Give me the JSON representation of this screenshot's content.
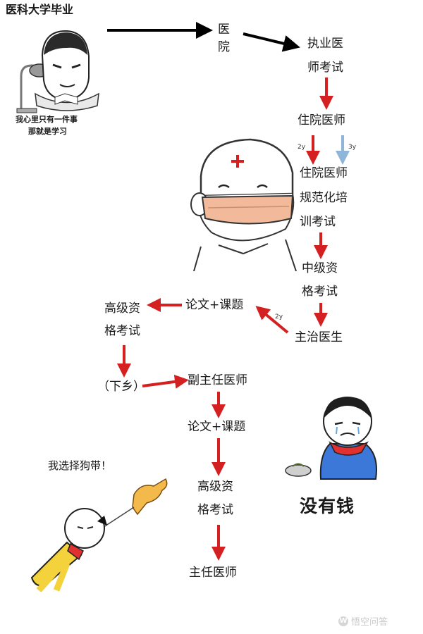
{
  "header": {
    "title": "医科大学毕业"
  },
  "student": {
    "caption_line1": "我心里只有一件事",
    "caption_line2": "那就是学习"
  },
  "flow": {
    "hospital": [
      "医",
      "院"
    ],
    "license_exam": [
      "执业医",
      "师考试"
    ],
    "resident": "住院医师",
    "duration_2y": "2y",
    "duration_3y": "3y",
    "standardized_training": [
      "住院医师",
      "规范化培",
      "训考试"
    ],
    "intermediate_exam": [
      "中级资",
      "格考试"
    ],
    "attending": "主治医生",
    "duration_attending_2y": "2y",
    "thesis_project_1": "论文+课题",
    "senior_exam_left": [
      "高级资",
      "格考试"
    ],
    "rural_service": "（下乡）",
    "associate_chief": "副主任医师",
    "thesis_project_2": "论文+课题",
    "senior_exam_right": [
      "高级资",
      "格考试"
    ],
    "chief": "主任医师"
  },
  "memes": {
    "dog_walker_text": "我选择狗带！",
    "no_money_text": "没有钱"
  },
  "watermark": {
    "text": "悟空问答"
  },
  "colors": {
    "arrow_red": "#d42020",
    "arrow_blue": "#8fb6d8",
    "arrow_black": "#000000",
    "mask": "#f2b99b",
    "yellow_shirt": "#f4d23c"
  }
}
